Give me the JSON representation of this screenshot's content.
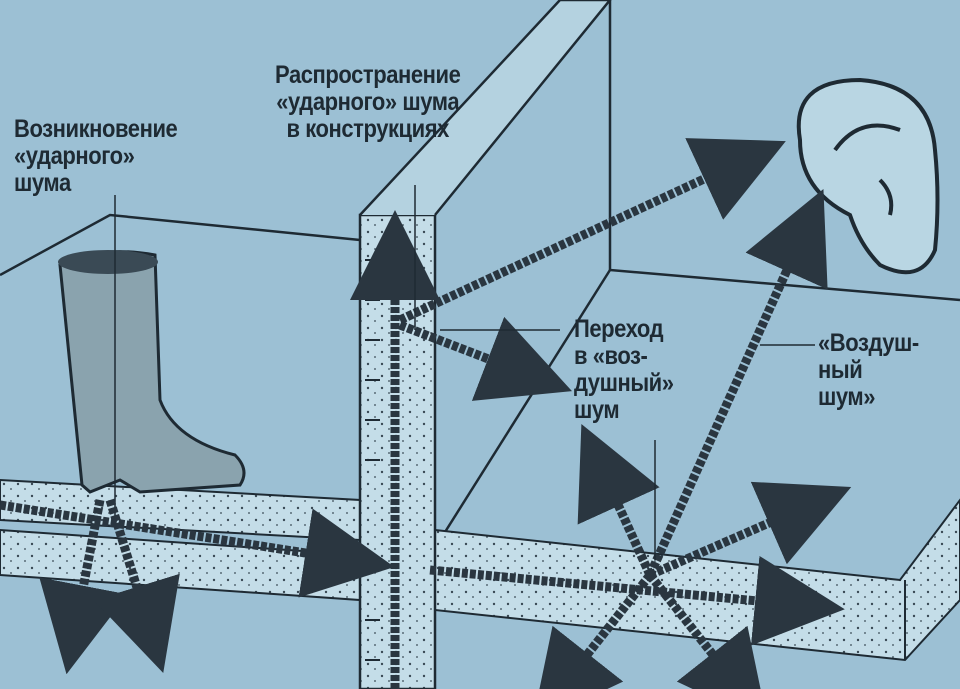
{
  "labels": {
    "impact_origin": [
      "Возникновение",
      "«ударного»",
      "шума"
    ],
    "impact_propagation": [
      "Распространение",
      "«ударного» шума",
      "в конструкциях"
    ],
    "transition": [
      "Переход",
      "в «воз-",
      "душный»",
      "шум"
    ],
    "airborne": [
      "«Воздуш-",
      "ный",
      "шум»"
    ]
  },
  "colors": {
    "background": "#9cc0d4",
    "ink": "#1e2a33",
    "slab": "#c4dde8"
  },
  "icons": [
    "boot-icon",
    "ear-icon",
    "wave-arrow-icon"
  ]
}
